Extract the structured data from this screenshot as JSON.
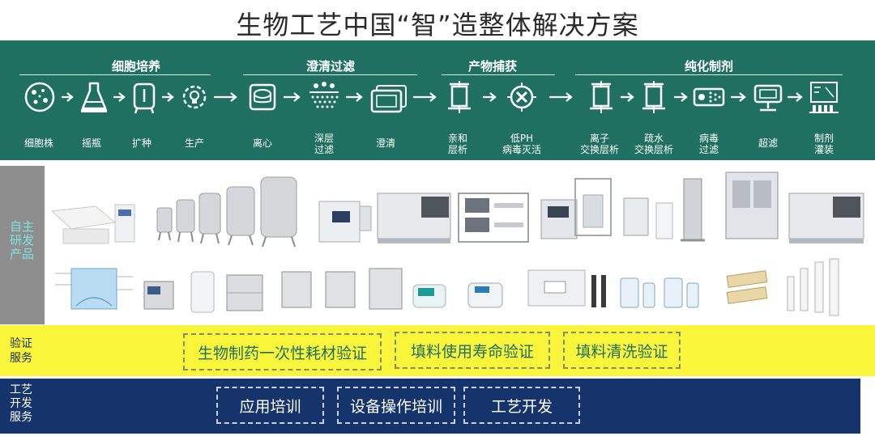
{
  "title": "生物工艺中国“智”造整体解决方案",
  "stages": [
    {
      "label": "细胞培养"
    },
    {
      "label": "澄清过滤"
    },
    {
      "label": "产物捕获"
    },
    {
      "label": "纯化制剂"
    }
  ],
  "steps": [
    {
      "label": "细胞株",
      "icon": "cell-dish-icon"
    },
    {
      "label": "摇瓶",
      "icon": "shake-flask-icon"
    },
    {
      "label": "扩种",
      "icon": "bioreactor-icon"
    },
    {
      "label": "生产",
      "icon": "gear-bulb-icon"
    },
    {
      "label": "离心",
      "icon": "centrifuge-icon"
    },
    {
      "label": "深层\n过滤",
      "icon": "depth-filter-icon"
    },
    {
      "label": "澄清",
      "icon": "clarify-filter-icon"
    },
    {
      "label": "亲和\n层析",
      "icon": "column-icon"
    },
    {
      "label": "低PH\n病毒灭活",
      "icon": "virus-inactivation-icon"
    },
    {
      "label": "离子\n交换层析",
      "icon": "ion-exchange-column-icon"
    },
    {
      "label": "疏水\n交换层析",
      "icon": "hydrophobic-column-icon"
    },
    {
      "label": "病毒\n过滤",
      "icon": "virus-filter-icon"
    },
    {
      "label": "超滤",
      "icon": "ultrafiltration-icon"
    },
    {
      "label": "制剂\n灌装",
      "icon": "filling-line-icon"
    }
  ],
  "equipment_label": "自主\n研发\n产品",
  "validation": {
    "label": "验证\n服务",
    "items": [
      "生物制药一次性耗材验证",
      "填料使用寿命验证",
      "填料清洗验证"
    ]
  },
  "development": {
    "label": "工艺\n开发\n服务",
    "items": [
      "应用培训",
      "设备操作培训",
      "工艺开发"
    ]
  },
  "colors": {
    "process_band": "#1f7060",
    "validation_band": "#f9f53a",
    "development_band": "#14346b"
  }
}
